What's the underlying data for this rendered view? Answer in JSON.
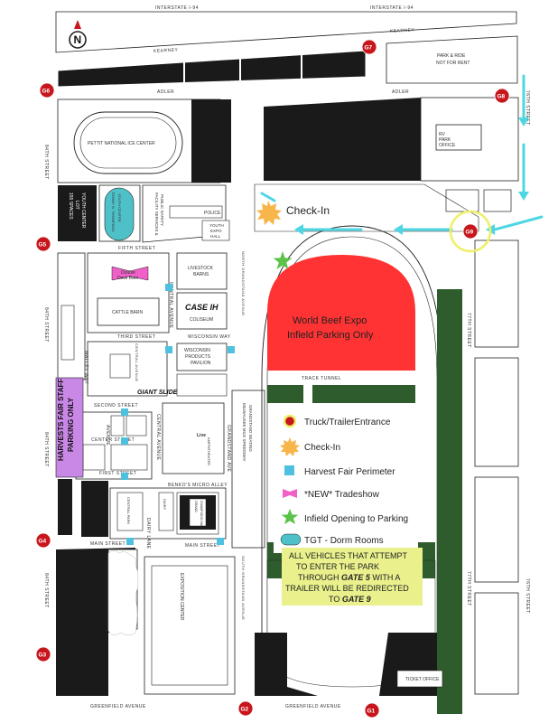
{
  "streets": {
    "interstate_left": "INTERSTATE I-94",
    "interstate_right": "INTERSTATE I-94",
    "kearney_left": "KEARNEY",
    "kearney_right": "KEARNEY",
    "adler_left": "ADLER",
    "adler_right": "ADLER",
    "st84_top": "84TH STREET",
    "st84_mid": "84TH STREET",
    "st84_low": "84TH STREET",
    "st84_bottom": "84TH STREET",
    "st76_top": "76TH STREET",
    "st76_bottom": "76TH STREET",
    "st77_top": "77TH STREET",
    "st77_bottom": "77TH STREET",
    "fifth_street": "FIFTH STREET",
    "third_street": "THIRD STREET",
    "wisconsin_way": "WISCONSIN WAY",
    "second_street": "SECOND STREET",
    "center_street": "CENTER STREET",
    "first_street": "FIRST STREET",
    "main_street_left": "MAIN STREET",
    "main_street_right": "MAIN STREET",
    "greenfield_left": "GREENFIELD AVENUE",
    "greenfield_right": "GREENFIELD AVENUE",
    "track_tunnel": "TRACK TUNNEL",
    "benkos_alley": "BENKO'S MICRO ALLEY",
    "n_grandstand_ave": "NORTH GRANDSTAND AVENUE",
    "s_grandstand_ave": "SOUTH GRANDSTAND AVENUE",
    "grandstand_ave": "GRANDSTAND AVE",
    "central_avenue_1": "CENTRAL AVENUE",
    "central_avenue_2": "CENTRAL AVENUE",
    "central_avenue_3": "CENTRAL AVENUE",
    "dairy_lane": "DAIRY LANE",
    "agri_avenue": "AVENUE",
    "walley_way": "WALLEY WAY"
  },
  "buildings": {
    "park_ride": "PARK & RIDE",
    "not_for_rent": "NOT FOR RENT",
    "pettit": "PETTIT NATIONAL ICE CENTER",
    "rv_park_1": "RV",
    "rv_park_2": "PARK",
    "rv_park_3": "OFFICE",
    "youth_center_1": "YOUTH CENTER",
    "youth_center_2": "LOT",
    "youth_center_3": "155 SPACES",
    "tommy_thompson_1": "TOMMY G. THOMPSON",
    "tommy_thompson_2": "YOUTH CENTER",
    "fac_1": "FACILITY SERVICES &",
    "fac_2": "PUBLIC SAFETY",
    "police": "POLICE",
    "youth_expo_1": "YOUTH",
    "youth_expo_2": "EXPO",
    "youth_expo_3": "HALL",
    "double_deck_1": "Double",
    "double_deck_2": "Deck Barn",
    "livestock_1": "LIVESTOCK",
    "livestock_2": "BARNS",
    "cattle_barn": "CATTLE BARN",
    "case_logo": "CASE IH",
    "coliseum": "COLISEUM",
    "wpp_1": "WISCONSIN",
    "wpp_2": "PRODUCTS",
    "wpp_3": "PAVILION",
    "ag_village": "AGRI VILLAGE",
    "slide": "GIANT SLIDE",
    "amph_1": "AMPHITHEATER",
    "amph_2": "Live",
    "mk_1": "MILWAUKEE MILE SPEEDWAY",
    "mk_2": "GRANDSTAND SEATING",
    "grand_champ_1": "GRAND",
    "grand_champ_2": "CHAMPIONS HALL",
    "exposition_center": "EXPOSITION CENTER",
    "ticket_office": "TICKET OFFICE",
    "dairy_bldg": "DAIRY",
    "central_park": "CENTRAL PARK"
  },
  "overlays": {
    "check_in": "Check-In",
    "parking_1": "World Beef Expo",
    "parking_2": "Infield Parking Only",
    "staff_1": "HARVESTS FAIR STAFF",
    "staff_2": "PARKING ONLY"
  },
  "gates": [
    "G1",
    "G2",
    "G3",
    "G4",
    "G5",
    "G6",
    "G7",
    "G8",
    "G9"
  ],
  "legend": [
    {
      "label": "Truck/TrailerEntrance",
      "icon": "gate-ring-icon"
    },
    {
      "label": "Check-In",
      "icon": "sunburst-icon"
    },
    {
      "label": "Harvest Fair Perimeter",
      "icon": "cyan-square-icon"
    },
    {
      "label": "*NEW* Tradeshow",
      "icon": "pink-bowtie-icon"
    },
    {
      "label": "Infield Opening to Parking",
      "icon": "green-star-icon"
    },
    {
      "label": "TGT - Dorm Rooms",
      "icon": "teal-pill-icon"
    }
  ],
  "note": {
    "line1": "ALL VEHICLES THAT ATTEMPT",
    "line2": "TO  ENTER THE PARK",
    "line3a": "THROUGH ",
    "line3b": "GATE 5",
    "line3c": " WITH A",
    "line4": "TRAILER WILL BE REDIRECTED",
    "line5a": "TO ",
    "line5b": "GATE 9"
  },
  "compass": "N",
  "colors": {
    "parking_red": "#ff3333",
    "staff_purple": "#c987e6",
    "arrow_cyan": "#4fd6e3",
    "grass_green": "#2f5c2c",
    "note_yellow": "#e9f08c",
    "gate_red": "#c8161d",
    "star_green": "#5cc24a",
    "checkin_orange": "#f7b54a",
    "tradeshow_pink": "#f060c8",
    "dorm_teal": "#4ec0c8"
  }
}
